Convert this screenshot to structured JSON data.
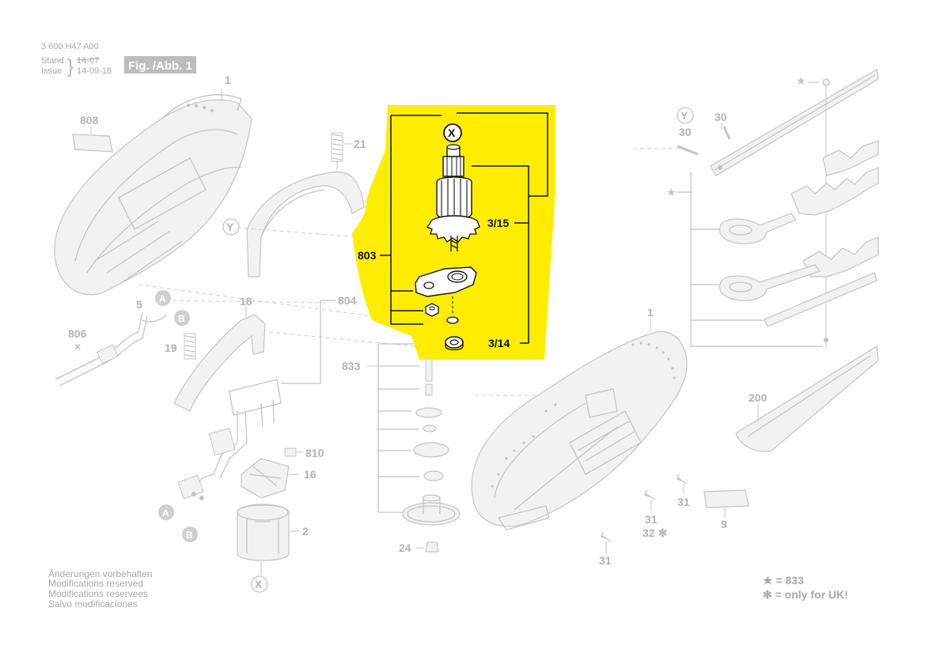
{
  "header": {
    "doc_number": "3 600 H47 A00",
    "stand_label": "Stand",
    "issue_label": "Issue",
    "stand_date": "14-07",
    "issue_date": "14-09-18",
    "figure": "Fig. /Abb. 1"
  },
  "colors": {
    "highlight": "#ffed00",
    "faint_lines": "#c4c4c4",
    "faint_text": "#b3b3b3",
    "dark": "#111111"
  },
  "parts": {
    "p1_top": "1",
    "p808": "808",
    "p21": "21",
    "pY1": "Y",
    "p5": "5",
    "pA1": "A",
    "pB1": "B",
    "p806": "806",
    "p19": "19",
    "p18": "18",
    "p804": "804",
    "p810": "810",
    "p16": "16",
    "pA2": "A",
    "pB2": "B",
    "p2": "2",
    "pX2": "X",
    "p833": "833",
    "p24": "24",
    "pX1": "X",
    "p803": "803",
    "p3_15": "3/15",
    "p3_14": "3/14",
    "pY2": "Y",
    "p30a": "30",
    "p30b": "30",
    "p1_right": "1",
    "p200": "200",
    "p31a": "31",
    "p31b": "31",
    "p31c": "31",
    "p32": "32 ✻",
    "p9": "9"
  },
  "footer": {
    "notes": [
      "Änderungen vorbehalten",
      "Modifications reserved",
      "Modifications reservees",
      "Salvo modificaciones"
    ]
  },
  "legend": {
    "star_line": "★ = 833",
    "uk_line": "✻ = only for UK!"
  }
}
